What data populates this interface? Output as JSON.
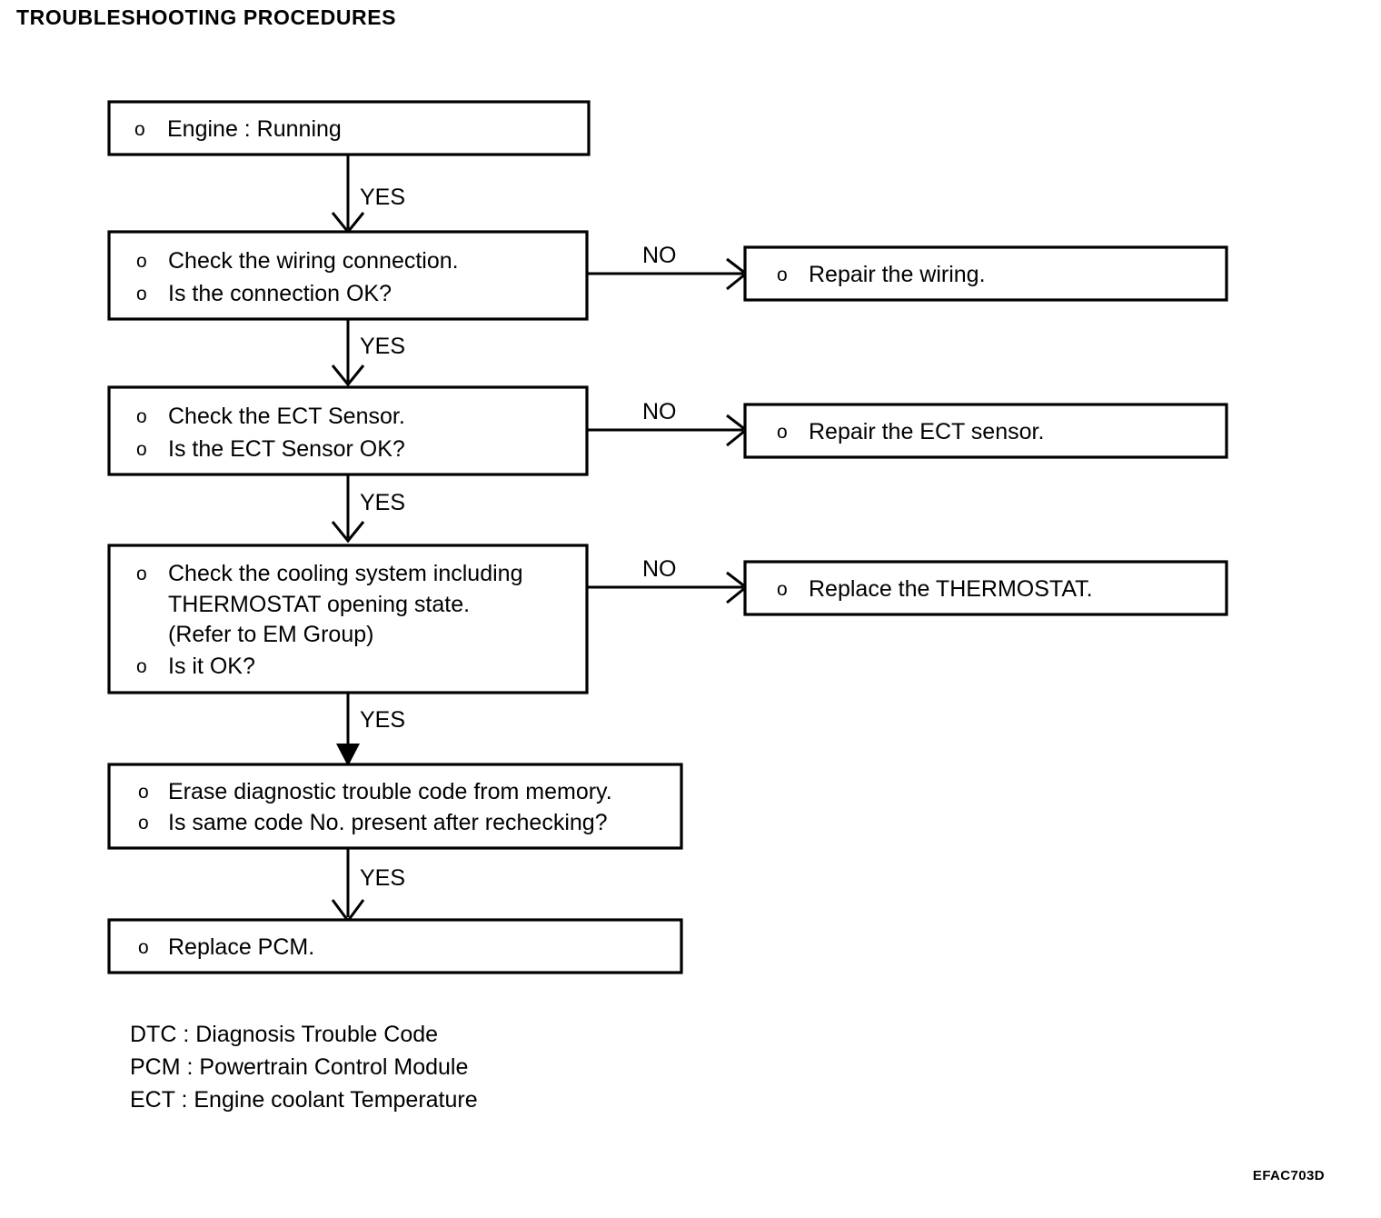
{
  "title": "TROUBLESHOOTING PROCEDURES",
  "figure_code": "EFAC703D",
  "bullet_glyph": "o",
  "edge_labels": {
    "yes": "YES",
    "no": "NO"
  },
  "flow": {
    "main_boxes": [
      {
        "id": "engine-running",
        "lines": [
          {
            "bullet": true,
            "text": "Engine : Running"
          }
        ]
      },
      {
        "id": "check-wiring",
        "lines": [
          {
            "bullet": true,
            "text": "Check the wiring connection."
          },
          {
            "bullet": true,
            "text": "Is the connection OK?"
          }
        ]
      },
      {
        "id": "check-ect-sensor",
        "lines": [
          {
            "bullet": true,
            "text": "Check the ECT Sensor."
          },
          {
            "bullet": true,
            "text": "Is the ECT Sensor OK?"
          }
        ]
      },
      {
        "id": "check-cooling-system",
        "lines": [
          {
            "bullet": true,
            "text": "Check the cooling system including"
          },
          {
            "bullet": false,
            "text": "THERMOSTAT opening state."
          },
          {
            "bullet": false,
            "text": "(Refer to EM Group)"
          },
          {
            "bullet": true,
            "text": "Is it OK?"
          }
        ]
      },
      {
        "id": "erase-dtc",
        "lines": [
          {
            "bullet": true,
            "text": "Erase diagnostic trouble code from memory."
          },
          {
            "bullet": true,
            "text": "Is same code No. present after rechecking?"
          }
        ]
      },
      {
        "id": "replace-pcm",
        "lines": [
          {
            "bullet": true,
            "text": "Replace PCM."
          }
        ]
      }
    ],
    "branch_boxes": [
      {
        "id": "repair-wiring",
        "lines": [
          {
            "bullet": true,
            "text": "Repair the wiring."
          }
        ]
      },
      {
        "id": "repair-ect-sensor",
        "lines": [
          {
            "bullet": true,
            "text": "Repair the ECT sensor."
          }
        ]
      },
      {
        "id": "replace-thermostat",
        "lines": [
          {
            "bullet": true,
            "text": "Replace the THERMOSTAT."
          }
        ]
      }
    ]
  },
  "legend": [
    "DTC : Diagnosis Trouble Code",
    "PCM : Powertrain Control Module",
    "ECT : Engine coolant Temperature"
  ],
  "colors": {
    "ink": "#000000",
    "paper": "#ffffff"
  }
}
